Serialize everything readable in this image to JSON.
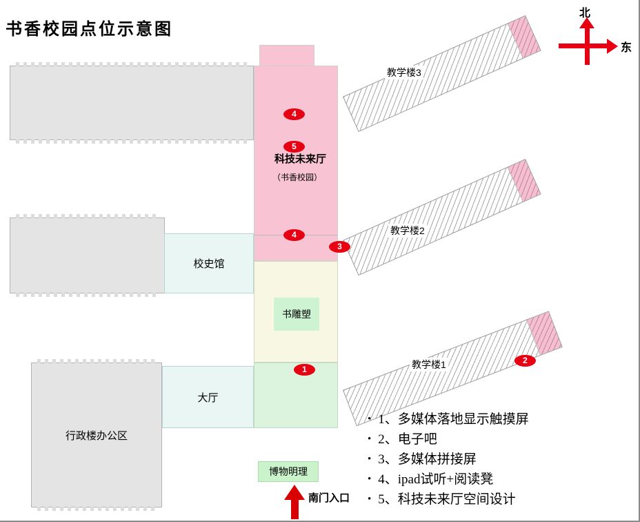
{
  "title": "书香校园点位示意图",
  "compass": {
    "north": "北",
    "east": "东",
    "color": "#e60012"
  },
  "buildings": {
    "teaching3": "教学楼3",
    "teaching2": "教学楼2",
    "teaching1": "教学楼1",
    "future_hall": "科技未来厅",
    "future_hall_sub": "（书香校园）",
    "history_hall": "校史馆",
    "book_sculpture": "书雕塑",
    "lobby": "大厅",
    "admin_office": "行政楼办公区",
    "bowu_mingli": "博物明理",
    "south_gate": "南门入口"
  },
  "markers": {
    "p4_top": {
      "label": "4"
    },
    "p5": {
      "label": "5"
    },
    "p4_mid": {
      "label": "4"
    },
    "p3": {
      "label": "3"
    },
    "p1": {
      "label": "1"
    },
    "p2": {
      "label": "2"
    }
  },
  "legend": {
    "items": [
      "1、多媒体落地显示触摸屏",
      "2、电子吧",
      "3、多媒体拼接屏",
      "4、ipad试听+阅读凳",
      "5、科技未来厅空间设计"
    ]
  },
  "colors": {
    "accent_red": "#e60012",
    "pink": "#f8c4d4",
    "cyan": "#e9f6f3",
    "beige": "#f8f7e4",
    "green": "#dcf4de",
    "gray": "#e4e4e4"
  }
}
